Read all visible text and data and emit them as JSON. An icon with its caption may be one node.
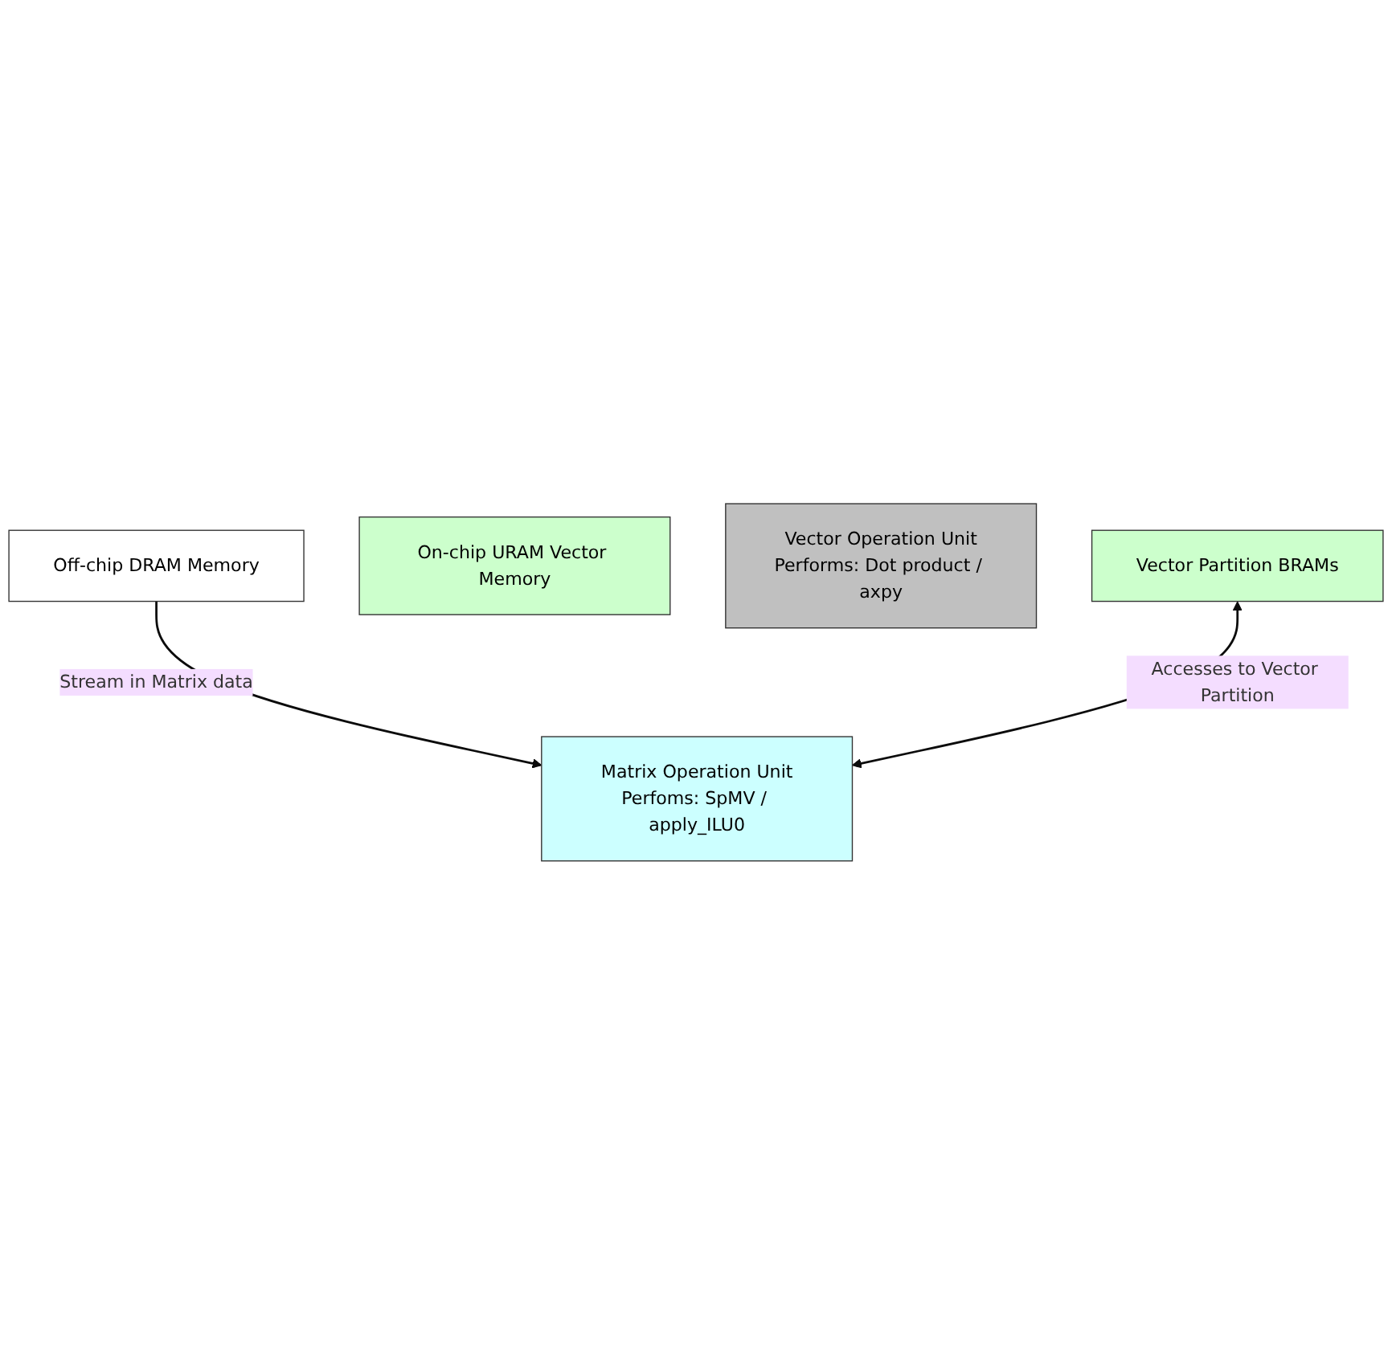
{
  "diagram": {
    "nodes": [
      {
        "text": [
          "Off-chip DRAM Memory"
        ]
      },
      {
        "text": [
          "On-chip URAM Vector Memory"
        ]
      },
      {
        "text": [
          "Vector Operation Unit",
          "Performs: Dot product / axpy"
        ]
      },
      {
        "text": [
          "Vector Partition BRAMs"
        ]
      },
      {
        "text": [
          "Matrix Operation Unit",
          "Perfoms: SpMV / apply_ILU0"
        ]
      }
    ],
    "edges": [
      {
        "from": 0,
        "to": 4,
        "arrow": "to",
        "label": "Stream in Matrix data"
      },
      {
        "from": 3,
        "to": 4,
        "arrow": "both",
        "label": "Accesses to Vector Partition"
      }
    ]
  }
}
